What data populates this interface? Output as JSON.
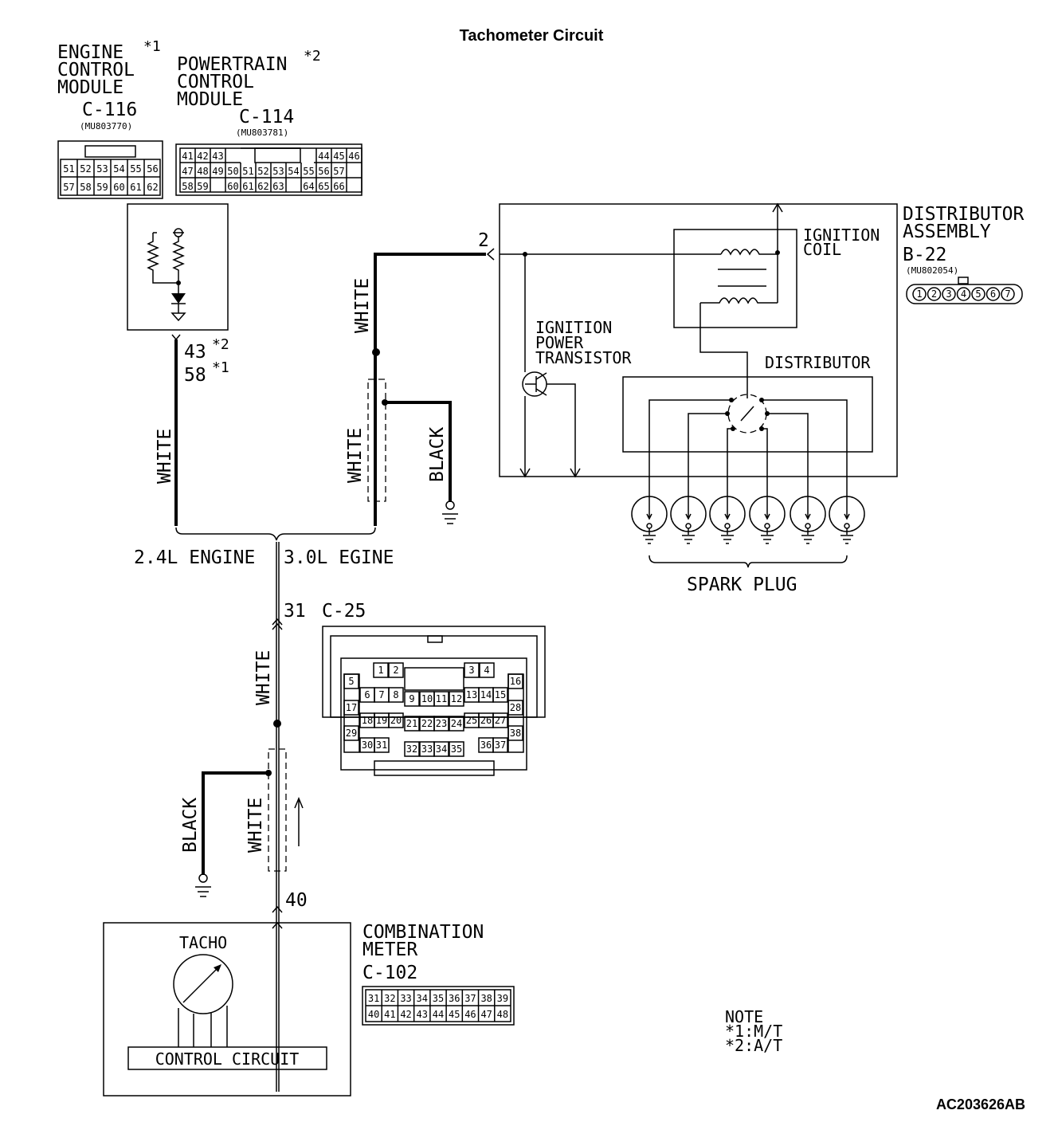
{
  "title": "Tachometer Circuit",
  "ecm": {
    "name_lines": [
      "ENGINE",
      "CONTROL",
      "MODULE"
    ],
    "mark": "*1",
    "connector": "C-116",
    "part": "(MU803770)",
    "pins_row1": [
      "51",
      "52",
      "53",
      "54",
      "55",
      "56"
    ],
    "pins_row2": [
      "57",
      "58",
      "59",
      "60",
      "61",
      "62"
    ]
  },
  "pcm": {
    "name_lines": [
      "POWERTRAIN",
      "CONTROL",
      "MODULE"
    ],
    "mark": "*2",
    "connector": "C-114",
    "part": "(MU803781)",
    "pins_row1": [
      "41",
      "42",
      "43",
      "",
      "",
      "",
      "",
      "",
      "",
      "44",
      "45",
      "46"
    ],
    "pins_row2": [
      "47",
      "48",
      "49",
      "50",
      "51",
      "52",
      "53",
      "54",
      "55",
      "56",
      "57",
      ""
    ],
    "pins_row3": [
      "58",
      "59",
      "",
      "60",
      "61",
      "62",
      "63",
      "",
      "64",
      "65",
      "66",
      ""
    ]
  },
  "ecm_terminals": {
    "t1": "43",
    "m1": "*2",
    "t2": "58",
    "m2": "*1"
  },
  "wires": {
    "white": "WHITE",
    "black": "BLACK"
  },
  "engine_split": {
    "left": "2.4L ENGINE",
    "right": "3.0L EGINE"
  },
  "distributor": {
    "name_lines": [
      "DISTRIBUTOR",
      "ASSEMBLY"
    ],
    "connector": "B-22",
    "part": "(MU802054)",
    "pins": [
      "1",
      "2",
      "3",
      "4",
      "5",
      "6",
      "7"
    ],
    "terminal": "2",
    "coil_lines": [
      "IGNITION",
      "COIL"
    ],
    "transistor_lines": [
      "IGNITION",
      "POWER",
      "TRANSISTOR"
    ],
    "distributor_label": "DISTRIBUTOR"
  },
  "spark_plug_label": "SPARK PLUG",
  "c25": {
    "terminal": "31",
    "connector": "C-25",
    "pins": [
      "1",
      "2",
      "3",
      "4",
      "5",
      "6",
      "7",
      "8",
      "9",
      "10",
      "11",
      "12",
      "13",
      "14",
      "15",
      "16",
      "17",
      "18",
      "19",
      "20",
      "21",
      "22",
      "23",
      "24",
      "25",
      "26",
      "27",
      "28",
      "29",
      "30",
      "31",
      "32",
      "33",
      "34",
      "35",
      "36",
      "37",
      "38"
    ]
  },
  "meter": {
    "terminal": "40",
    "tacho_label": "TACHO",
    "control_label": "CONTROL CIRCUIT",
    "name_lines": [
      "COMBINATION",
      "METER"
    ],
    "connector": "C-102",
    "pins_row1": [
      "31",
      "32",
      "33",
      "34",
      "35",
      "36",
      "37",
      "38",
      "39"
    ],
    "pins_row2": [
      "40",
      "41",
      "42",
      "43",
      "44",
      "45",
      "46",
      "47",
      "48"
    ]
  },
  "note": {
    "title": "NOTE",
    "l1": "*1:M/T",
    "l2": "*2:A/T"
  },
  "figure_code": "AC203626AB"
}
